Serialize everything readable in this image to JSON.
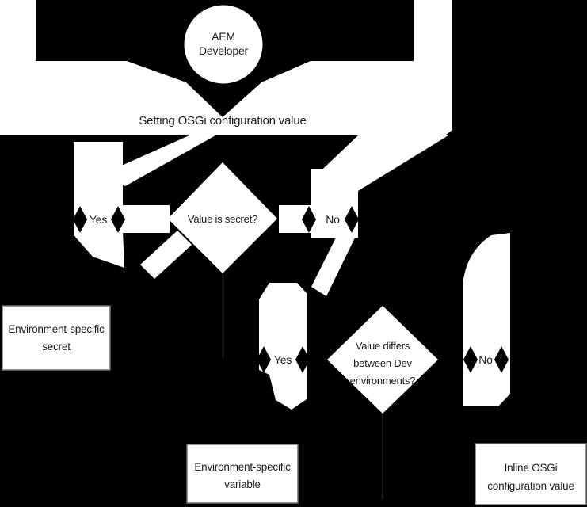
{
  "colors": {
    "background": "#000000",
    "shape_fill": "#ffffff",
    "halo_fill": "#ffffff",
    "text_color": "#1b1b1d",
    "box_border": "#707070",
    "connector_dark": "#1c1c1c"
  },
  "nodes": {
    "developer": {
      "shape": "circle",
      "lines": [
        "AEM",
        "Developer"
      ]
    },
    "action": {
      "shape": "label",
      "text": "Setting OSGi configuration value"
    },
    "is_secret": {
      "shape": "diamond",
      "text": "Value is secret?"
    },
    "env_secret": {
      "shape": "rectangle",
      "lines": [
        "Environment-specific",
        "secret"
      ]
    },
    "differs": {
      "shape": "diamond",
      "lines": [
        "Value differs",
        "between Dev",
        "environments?"
      ]
    },
    "env_variable": {
      "shape": "rectangle",
      "lines": [
        "Environment-specific",
        "variable"
      ]
    },
    "inline_osgi": {
      "shape": "rectangle",
      "lines": [
        "Inline OSGi",
        "configuration value"
      ]
    }
  },
  "edges": {
    "is_secret_yes": {
      "from": "is_secret",
      "to": "env_secret",
      "label": "Yes"
    },
    "is_secret_no": {
      "from": "is_secret",
      "to": "differs",
      "label": "No"
    },
    "differs_yes": {
      "from": "differs",
      "to": "env_variable",
      "label": "Yes"
    },
    "differs_no": {
      "from": "differs",
      "to": "inline_osgi",
      "label": "No"
    }
  }
}
